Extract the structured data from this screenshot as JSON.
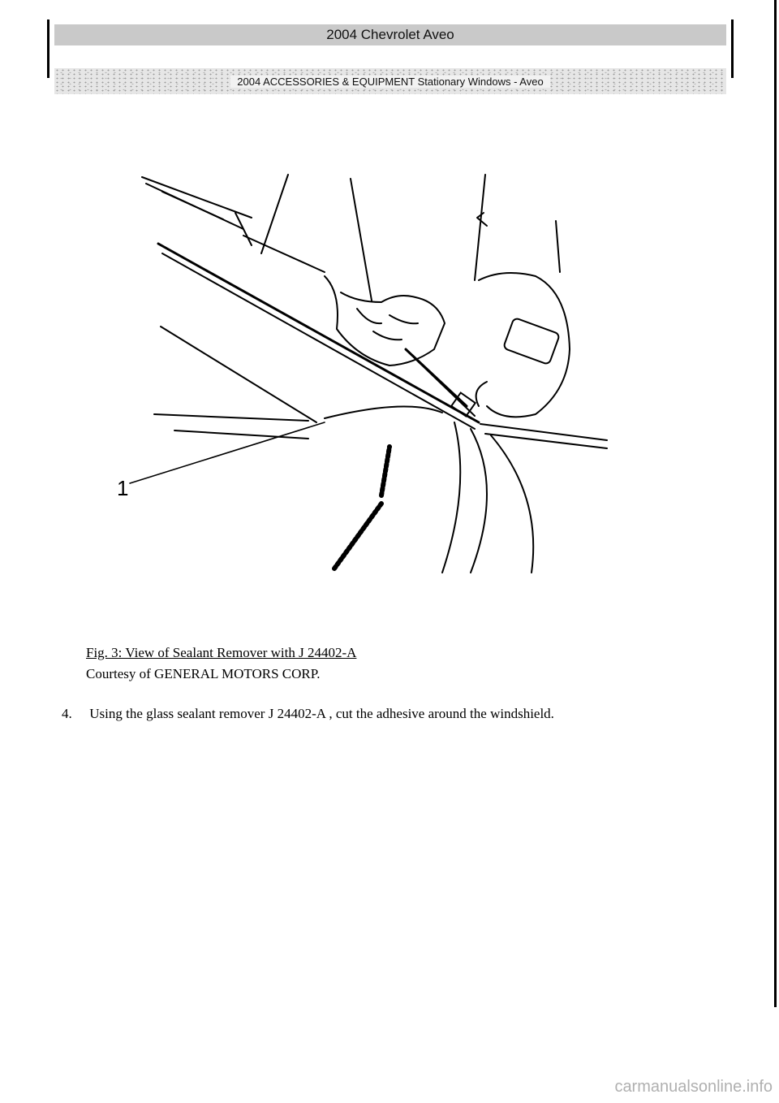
{
  "header": {
    "title": "2004 Chevrolet Aveo",
    "subtitle": "2004 ACCESSORIES & EQUIPMENT Stationary Windows - Aveo"
  },
  "figure": {
    "callout_label": "1"
  },
  "caption": "Fig. 3: View of Sealant Remover with J 24402-A",
  "courtesy": "Courtesy of GENERAL MOTORS CORP.",
  "step": {
    "number": "4.",
    "text": "Using the glass sealant remover J 24402-A , cut the adhesive around the windshield."
  },
  "watermark": "carmanualsonline.info"
}
